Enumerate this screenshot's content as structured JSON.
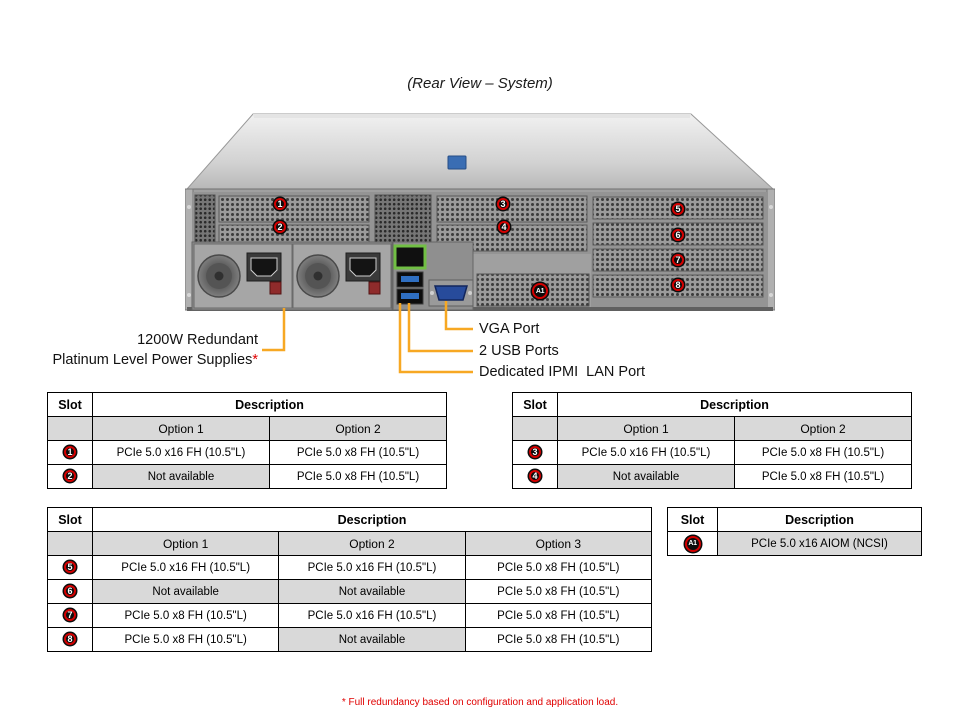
{
  "page": {
    "title": "(Rear View – System)",
    "footnote": "* Full redundancy based on configuration and application load."
  },
  "colors": {
    "callout_line": "#F7A823",
    "badge_fill": "#0C0C0C",
    "badge_ring": "#D40000",
    "table_shade": "#D9D9D9",
    "lan_port_green": "#71BF44",
    "usb_port_blue": "#2F6FC1",
    "vga_port_blue": "#274B9B",
    "footnote_red": "#E00000"
  },
  "diagram": {
    "callouts": {
      "c1": "1",
      "c2": "2",
      "c3": "3",
      "c4": "4",
      "c5": "5",
      "c6": "6",
      "c7": "7",
      "c8": "8",
      "a1": "A1"
    },
    "labels": {
      "psu_line1": "1200W Redundant",
      "psu_line2": "Platinum Level Power Supplies",
      "psu_asterisk": "*",
      "vga": "VGA Port",
      "usb": "2 USB Ports",
      "ipmi": "Dedicated IPMI  LAN Port"
    }
  },
  "tables": {
    "slot_header": "Slot",
    "description_header": "Description",
    "t12": {
      "options": [
        "Option 1",
        "Option 2"
      ],
      "rows": [
        {
          "slot": "1",
          "c1": "PCIe 5.0 x16 FH (10.5\"L)",
          "c2": "PCIe 5.0 x8 FH (10.5\"L)"
        },
        {
          "slot": "2",
          "c1": "Not available",
          "c2": "PCIe 5.0 x8 FH (10.5\"L)"
        }
      ]
    },
    "t34": {
      "options": [
        "Option 1",
        "Option 2"
      ],
      "rows": [
        {
          "slot": "3",
          "c1": "PCIe 5.0 x16 FH (10.5\"L)",
          "c2": "PCIe 5.0 x8 FH (10.5\"L)"
        },
        {
          "slot": "4",
          "c1": "Not available",
          "c2": "PCIe 5.0 x8 FH (10.5\"L)"
        }
      ]
    },
    "t5678": {
      "options": [
        "Option 1",
        "Option 2",
        "Option 3"
      ],
      "rows": [
        {
          "slot": "5",
          "c1": "PCIe 5.0 x16 FH (10.5\"L)",
          "c2": "PCIe 5.0 x16 FH (10.5\"L)",
          "c3": "PCIe 5.0 x8 FH (10.5\"L)"
        },
        {
          "slot": "6",
          "c1": "Not available",
          "c2": "Not available",
          "c3": "PCIe 5.0 x8 FH (10.5\"L)"
        },
        {
          "slot": "7",
          "c1": "PCIe 5.0 x8 FH (10.5\"L)",
          "c2": "PCIe 5.0 x16 FH (10.5\"L)",
          "c3": "PCIe 5.0 x8 FH (10.5\"L)"
        },
        {
          "slot": "8",
          "c1": "PCIe 5.0 x8 FH (10.5\"L)",
          "c2": "Not available",
          "c3": "PCIe 5.0 x8 FH (10.5\"L)"
        }
      ]
    },
    "ta1": {
      "rows": [
        {
          "slot": "A1",
          "c1": "PCIe 5.0 x16 AIOM (NCSI)"
        }
      ]
    }
  }
}
